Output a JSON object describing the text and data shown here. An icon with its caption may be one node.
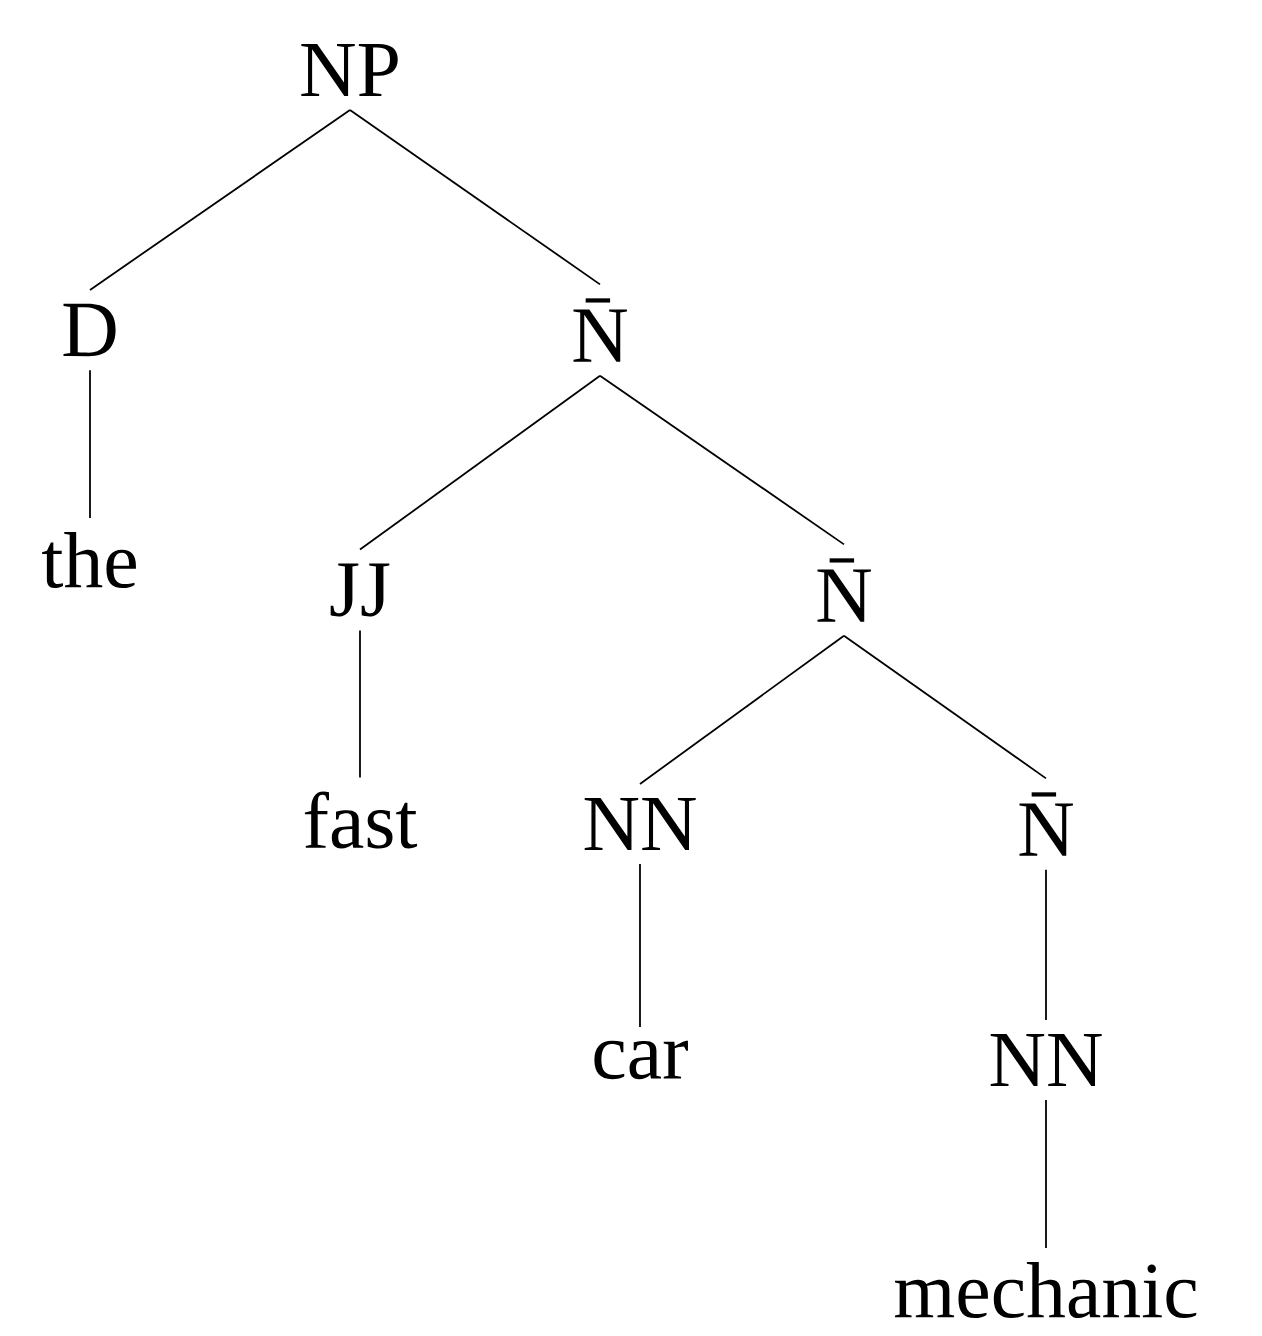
{
  "diagram": {
    "nodes": [
      {
        "text": [
          "NP"
        ]
      },
      {
        "text": [
          "D"
        ]
      },
      {
        "text": [
          "N̄"
        ]
      },
      {
        "text": [
          "the"
        ]
      },
      {
        "text": [
          "JJ"
        ]
      },
      {
        "text": [
          "N̄"
        ]
      },
      {
        "text": [
          "fast"
        ]
      },
      {
        "text": [
          "NN"
        ]
      },
      {
        "text": [
          "N̄"
        ]
      },
      {
        "text": [
          "car"
        ]
      },
      {
        "text": [
          "NN"
        ]
      },
      {
        "text": [
          "mechanic"
        ]
      }
    ],
    "edges": [
      {
        "from": 0,
        "to": 1,
        "arrow": "none"
      },
      {
        "from": 0,
        "to": 2,
        "arrow": "none"
      },
      {
        "from": 1,
        "to": 3,
        "arrow": "none"
      },
      {
        "from": 2,
        "to": 4,
        "arrow": "none"
      },
      {
        "from": 2,
        "to": 5,
        "arrow": "none"
      },
      {
        "from": 4,
        "to": 6,
        "arrow": "none"
      },
      {
        "from": 5,
        "to": 7,
        "arrow": "none"
      },
      {
        "from": 5,
        "to": 8,
        "arrow": "none"
      },
      {
        "from": 7,
        "to": 9,
        "arrow": "none"
      },
      {
        "from": 8,
        "to": 10,
        "arrow": "none"
      },
      {
        "from": 10,
        "to": 11,
        "arrow": "none"
      }
    ]
  }
}
